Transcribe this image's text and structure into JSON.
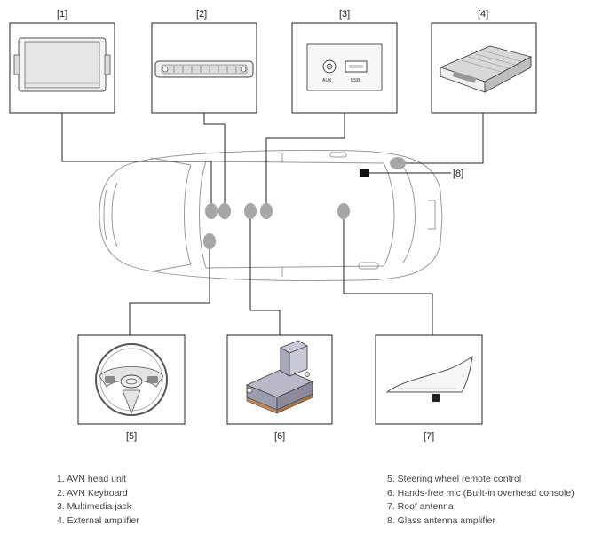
{
  "callouts": {
    "c1": "[1]",
    "c2": "[2]",
    "c3": "[3]",
    "c4": "[4]",
    "c5": "[5]",
    "c6": "[6]",
    "c7": "[7]",
    "c8": "[8]"
  },
  "jack_labels": {
    "aux": "AUX",
    "usb": "USB"
  },
  "legend": {
    "left": [
      "1. AVN head unit",
      "2. AVN Keyboard",
      "3. Multimedia jack",
      "4. External amplifier"
    ],
    "right": [
      "5. Steering wheel remote control",
      "6. Hands-free mic (Built-in overhead console)",
      "7. Roof antenna",
      "8. Glass antenna amplifier"
    ]
  },
  "colors": {
    "marker": "#a6a6a6",
    "line": "#222222",
    "car_outline": "#999999"
  }
}
